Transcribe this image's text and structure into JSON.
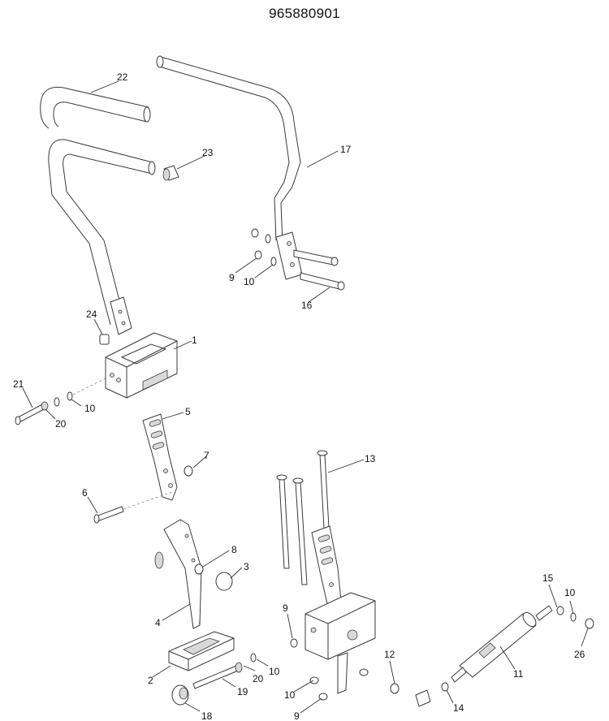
{
  "header": {
    "title": "965880901"
  },
  "callouts": [
    {
      "id": "22",
      "text": "22"
    },
    {
      "id": "23",
      "text": "23"
    },
    {
      "id": "17",
      "text": "17"
    },
    {
      "id": "9a",
      "text": "9"
    },
    {
      "id": "10a",
      "text": "10"
    },
    {
      "id": "16",
      "text": "16"
    },
    {
      "id": "24",
      "text": "24"
    },
    {
      "id": "1",
      "text": "1"
    },
    {
      "id": "21",
      "text": "21"
    },
    {
      "id": "10b",
      "text": "10"
    },
    {
      "id": "20a",
      "text": "20"
    },
    {
      "id": "5",
      "text": "5"
    },
    {
      "id": "7",
      "text": "7"
    },
    {
      "id": "13",
      "text": "13"
    },
    {
      "id": "6",
      "text": "6"
    },
    {
      "id": "8",
      "text": "8"
    },
    {
      "id": "3",
      "text": "3"
    },
    {
      "id": "4",
      "text": "4"
    },
    {
      "id": "9b",
      "text": "9"
    },
    {
      "id": "15",
      "text": "15"
    },
    {
      "id": "10c",
      "text": "10"
    },
    {
      "id": "26",
      "text": "26"
    },
    {
      "id": "2",
      "text": "2"
    },
    {
      "id": "20b",
      "text": "20"
    },
    {
      "id": "10d",
      "text": "10"
    },
    {
      "id": "12",
      "text": "12"
    },
    {
      "id": "11",
      "text": "11"
    },
    {
      "id": "19",
      "text": "19"
    },
    {
      "id": "10e",
      "text": "10"
    },
    {
      "id": "14",
      "text": "14"
    },
    {
      "id": "18",
      "text": "18"
    },
    {
      "id": "9c",
      "text": "9"
    }
  ]
}
